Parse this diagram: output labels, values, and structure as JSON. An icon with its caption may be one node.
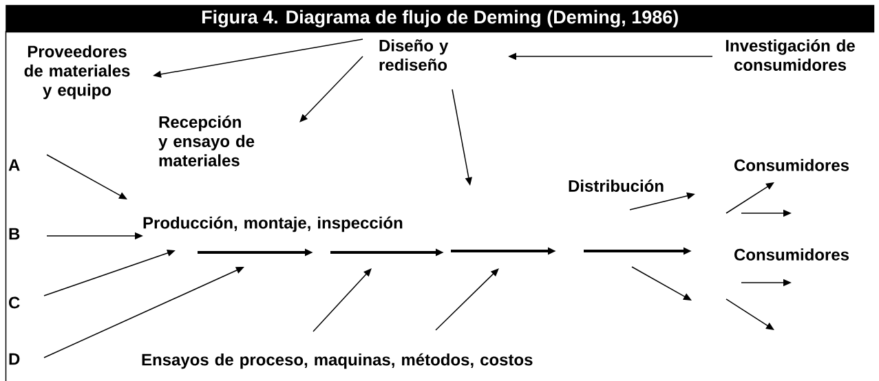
{
  "diagram": {
    "title": "Figura 4.  Diagrama de flujo de Deming (Deming, 1986)",
    "nodes": [
      {
        "text": [
          "Proveedores de materiales y equipo"
        ]
      },
      {
        "text": [
          "Diseño y rediseño"
        ]
      },
      {
        "text": [
          "Investigación de consumidores"
        ]
      },
      {
        "text": [
          "Recepción y ensayo de materiales"
        ]
      },
      {
        "text": [
          "A"
        ]
      },
      {
        "text": [
          "B"
        ]
      },
      {
        "text": [
          "C"
        ]
      },
      {
        "text": [
          "D"
        ]
      },
      {
        "text": [
          "Producción, montaje, inspección"
        ]
      },
      {
        "text": [
          "Distribución"
        ]
      },
      {
        "text": [
          "Consumidores"
        ]
      },
      {
        "text": [
          "Consumidores"
        ]
      },
      {
        "text": [
          "Ensayos de proceso, maquinas, métodos, costos"
        ]
      }
    ],
    "edges": [
      {
        "from": 1,
        "to": 0,
        "arrow": "to"
      },
      {
        "from": 1,
        "to": 3,
        "arrow": "to"
      },
      {
        "from": 2,
        "to": 1,
        "arrow": "to"
      },
      {
        "from": 1,
        "to": null,
        "arrow": "to"
      },
      {
        "from": 4,
        "to": 8,
        "arrow": "to"
      },
      {
        "from": 5,
        "to": 8,
        "arrow": "to"
      },
      {
        "from": 6,
        "to": 8,
        "arrow": "to"
      },
      {
        "from": 7,
        "to": 8,
        "arrow": "to"
      },
      {
        "from": 12,
        "to": 8,
        "arrow": "to"
      },
      {
        "from": 12,
        "to": null,
        "arrow": "to"
      },
      {
        "from": null,
        "to": 10,
        "arrow": "to"
      }
    ]
  }
}
